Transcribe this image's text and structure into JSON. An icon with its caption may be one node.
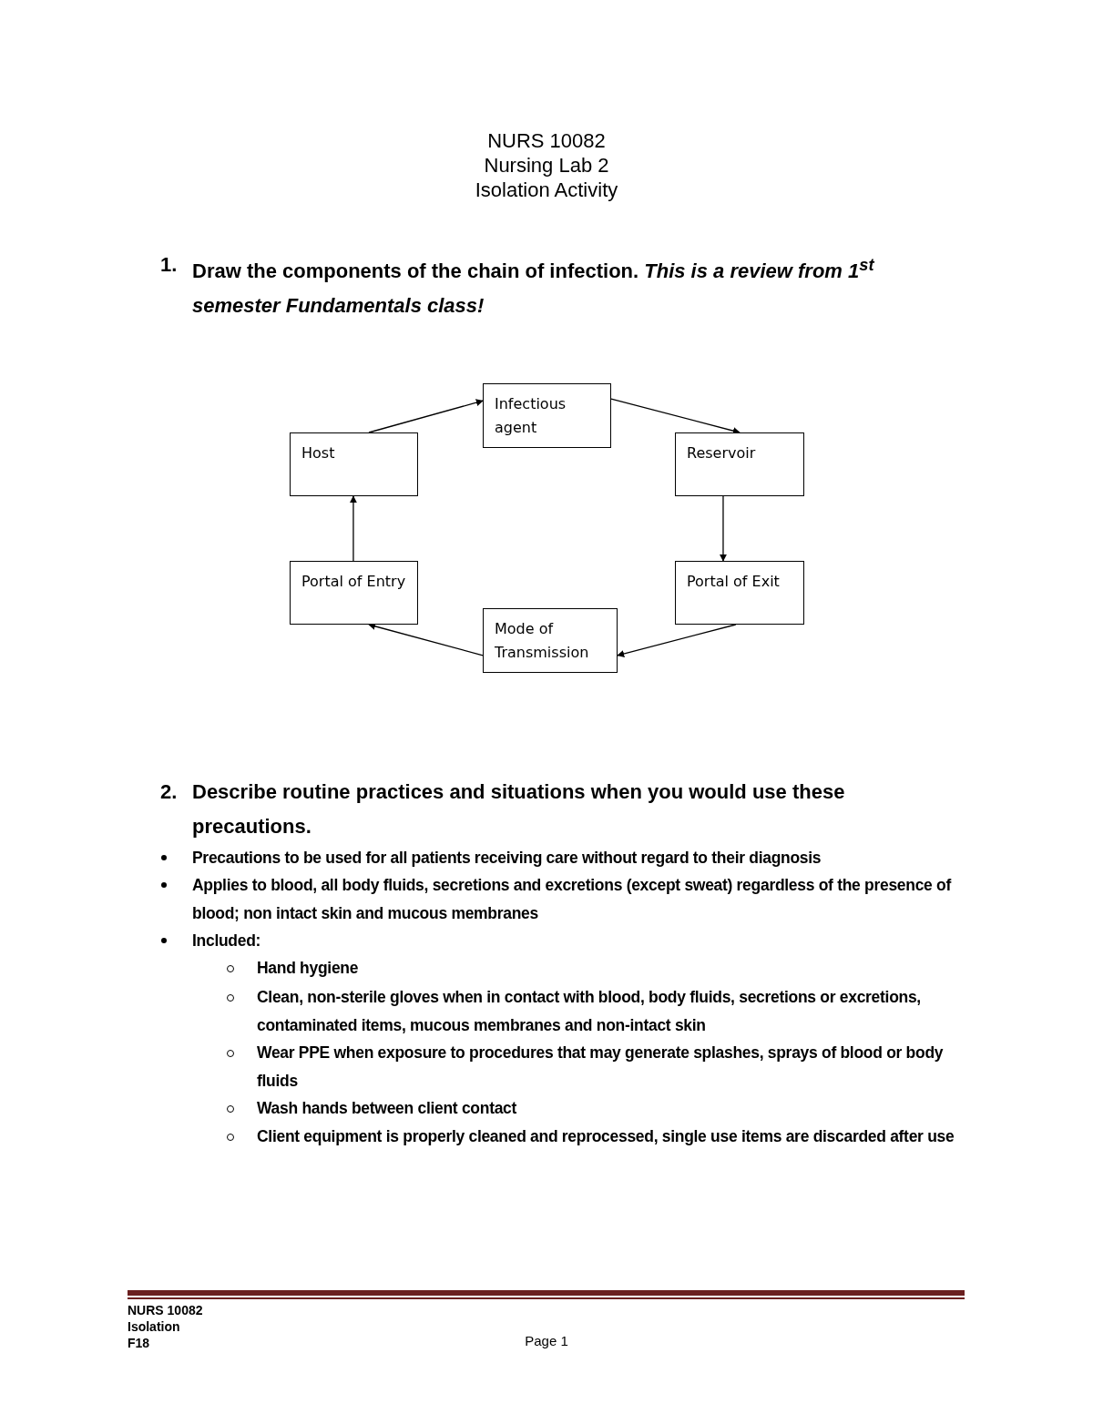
{
  "diagram": {
    "nodes": [
      {
        "text": [
          "Infectious agent"
        ]
      },
      {
        "text": [
          "Host"
        ]
      },
      {
        "text": [
          "Reservoir"
        ]
      },
      {
        "text": [
          "Portal of Entry"
        ]
      },
      {
        "text": [
          "Portal of Exit"
        ]
      },
      {
        "text": [
          "Mode of Transmission"
        ]
      }
    ],
    "edges": [
      {
        "from": 1,
        "to": 0,
        "arrow": "to"
      },
      {
        "from": 0,
        "to": 2,
        "arrow": "to"
      },
      {
        "from": 2,
        "to": 4,
        "arrow": "to"
      },
      {
        "from": 4,
        "to": 5,
        "arrow": "to"
      },
      {
        "from": 5,
        "to": 3,
        "arrow": "to"
      },
      {
        "from": 3,
        "to": 1,
        "arrow": "to"
      }
    ],
    "labels": [
      "NURS 10082",
      "Nursing Lab 2",
      "Isolation Activity",
      "1.",
      "**Draw the components of the chain of infection.** *This is a review from 1$^{st}$ semester Fundamentals class!*",
      "2.",
      "Describe routine practices and situations when you would use these precautions.",
      "Precautions to be used for all patients receiving care without regard to their diagnosis",
      "Applies to blood, all body fluids, secretions and excretions (except sweat) regardless of the presence of blood; non intact skin and mucous membranes",
      "Included:",
      "Hand hygiene",
      "Clean, non-sterile gloves when in contact with blood, body fluids, secretions or excretions, contaminated items, mucous membranes and non-intact skin",
      "Wear PPE when exposure to procedures that may generate splashes, sprays of blood or body fluids",
      "Wash hands between client contact",
      "Client equipment is properly cleaned and reprocessed, single use items are discarded after use",
      "NURS 10082",
      "Isolation",
      "F18",
      "Page 1"
    ]
  }
}
